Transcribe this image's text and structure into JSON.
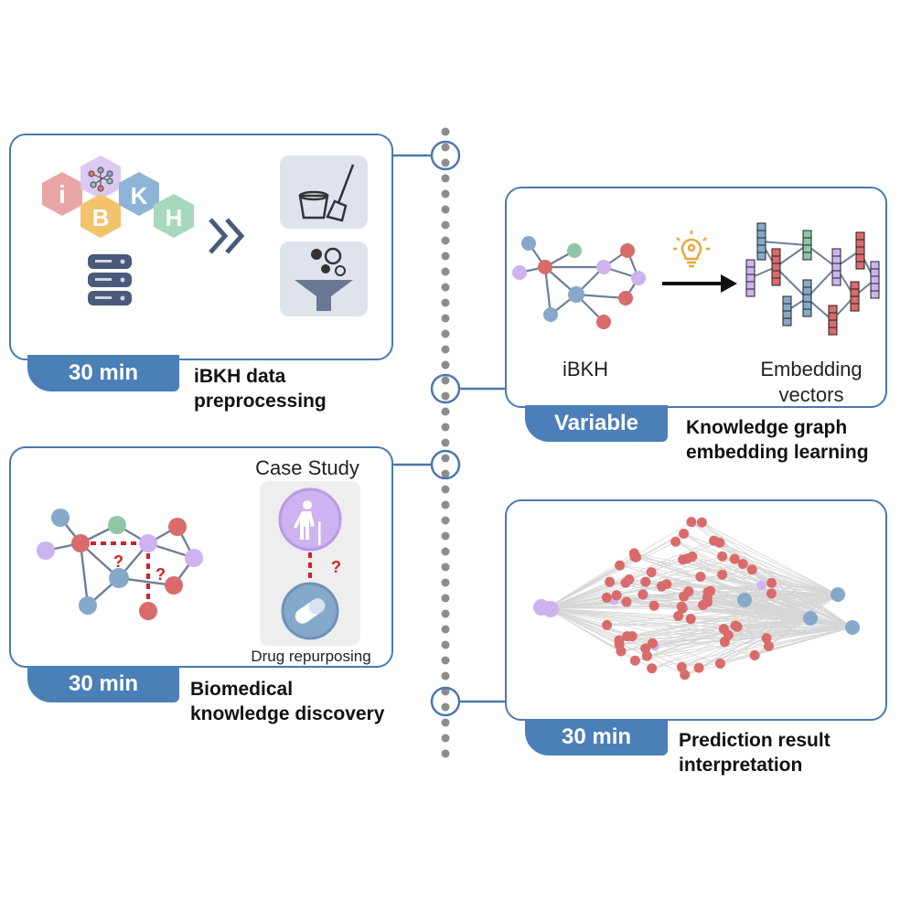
{
  "steps": [
    {
      "duration": "30 min",
      "title": "iBKH data\npreprocessing"
    },
    {
      "duration": "Variable",
      "title": "Knowledge graph\nembedding learning",
      "graph_label": "iBKH",
      "vectors_label": "Embedding\nvectors"
    },
    {
      "duration": "30 min",
      "title": "Biomedical\nknowledge discovery",
      "case_study_label": "Case Study",
      "drug_label": "Drug repurposing",
      "question_mark": "?"
    },
    {
      "duration": "30 min",
      "title": "Prediction result\ninterpretation"
    }
  ],
  "logo": {
    "letters": [
      "i",
      "B",
      "K",
      "H"
    ]
  },
  "colors": {
    "accent": "#4a7fb8",
    "node_red": "#d96b6b",
    "node_blue": "#86a9c9",
    "node_green": "#8fc7a6",
    "node_purple": "#cdb3f0",
    "timeline_dot": "#8c8c8c"
  },
  "icons": [
    "database-icon",
    "double-chevron-icon",
    "bucket-broom-icon",
    "filter-funnel-icon",
    "lightbulb-icon",
    "elderly-person-icon",
    "pill-capsule-icon"
  ]
}
